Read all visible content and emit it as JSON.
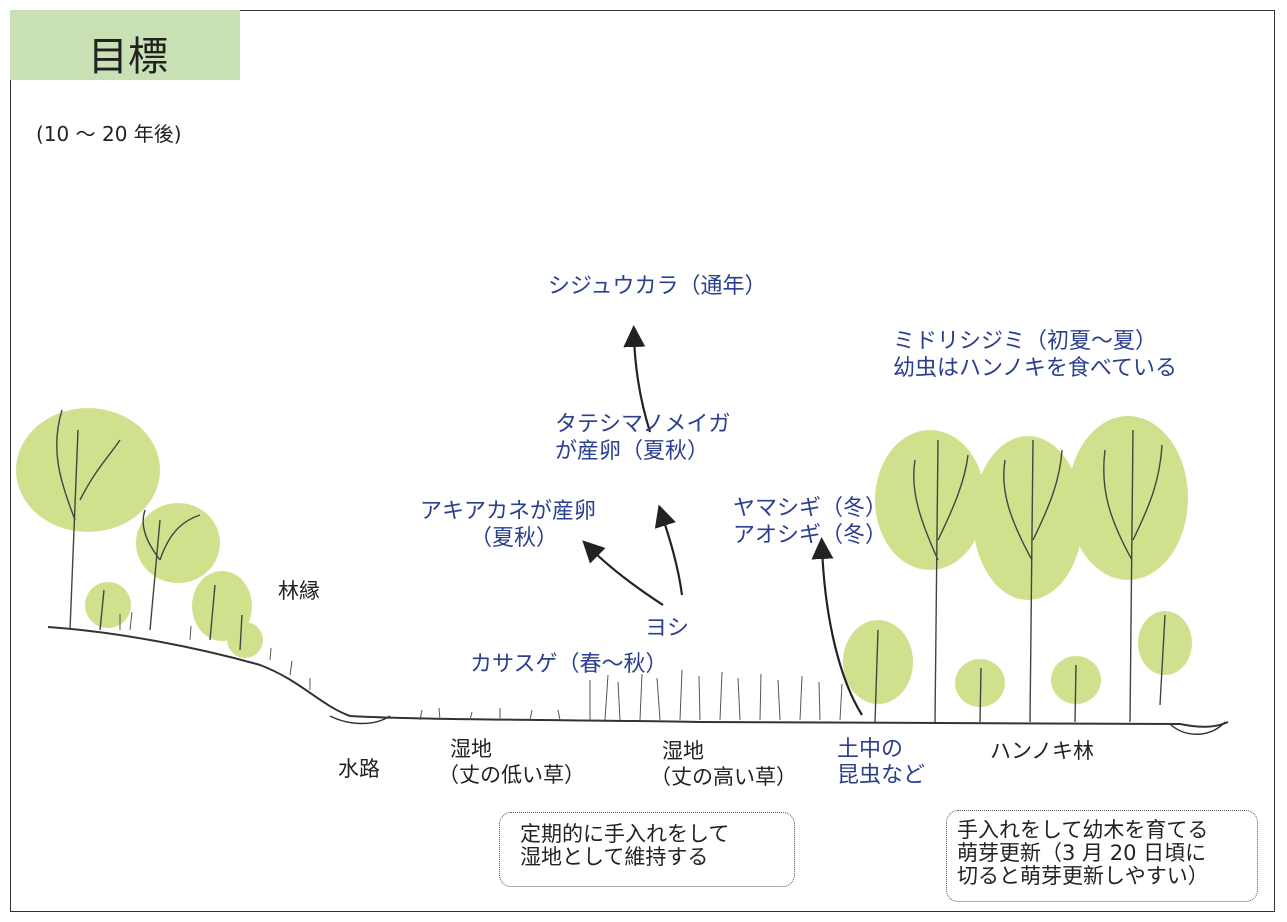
{
  "header": {
    "title": "目標",
    "period": "(10 ～ 20 年後)"
  },
  "species": {
    "shijukara": "シジュウカラ（通年）",
    "midorishijimi_1": "ミドリシジミ（初夏～夏）",
    "midorishijimi_2": "幼虫はハンノキを食べている",
    "tateshima_1": "タテシマノメイガ",
    "tateshima_2": "が産卵（夏秋）",
    "akiakane_1": "アキアカネが産卵",
    "akiakane_2": "（夏秋）",
    "yamashigi": "ヤマシギ（冬）",
    "aoshigi": "アオシギ（冬）",
    "yoshi": "ヨシ",
    "kasasuge": "カサスゲ（春～秋）",
    "konchu_1": "土中の",
    "konchu_2": "昆虫など"
  },
  "zones": {
    "rinen": "林縁",
    "suiro": "水路",
    "shitchi_low_1": "湿地",
    "shitchi_low_2": "（丈の低い草）",
    "shitchi_high_1": "湿地",
    "shitchi_high_2": "（丈の高い草）",
    "hannoki": "ハンノキ林"
  },
  "notes": {
    "wetland_1": "定期的に手入れをして",
    "wetland_2": "湿地として維持する",
    "forest_1": "手入れをして幼木を育てる",
    "forest_2": "萌芽更新（3 月 20 日頃に",
    "forest_3": "切ると萌芽更新しやすい）"
  },
  "colors": {
    "title_bg": "#c9e0b5",
    "canopy": "#c8dc7a",
    "species_text": "#2a3f8f",
    "line": "#333333"
  }
}
